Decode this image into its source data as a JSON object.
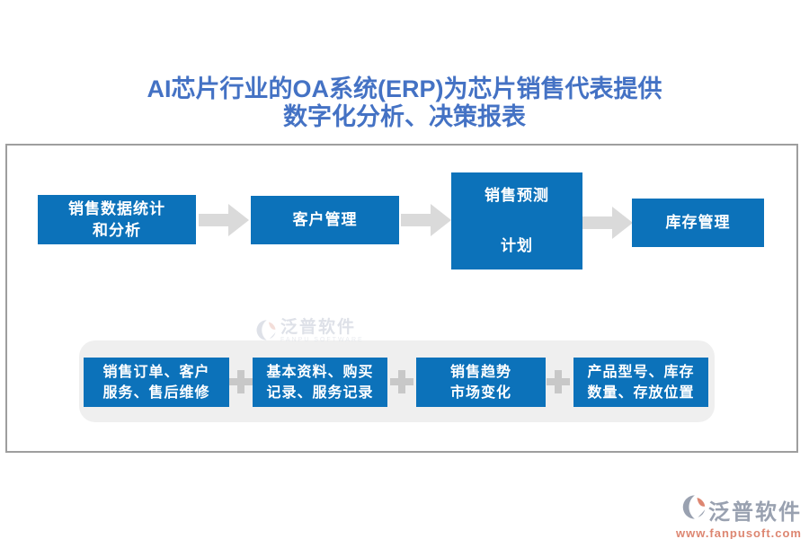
{
  "title": {
    "line1": "AI芯片行业的OA系统(ERP)为芯片销售代表提供",
    "line2": "数字化分析、决策报表"
  },
  "colors": {
    "title_blue": "#4472C4",
    "box_blue": "#0C72BA",
    "arrow_gray": "#DADADA",
    "plus_gray": "#C8C8C8",
    "panel_gray": "#EFEFEF",
    "frame_border": "#9E9E9E",
    "logo_gray": "#99A1B0",
    "logo_salmon": "#DD8671"
  },
  "flow": {
    "steps": [
      {
        "line1": "销售数据统计",
        "line2": "和分析"
      },
      {
        "line1": "客户管理"
      },
      {
        "line1": "销售预测",
        "line2": "计划"
      },
      {
        "line1": "库存管理"
      }
    ],
    "details": [
      {
        "line1": "销售订单、客户",
        "line2": "服务、售后维修"
      },
      {
        "line1": "基本资料、购买",
        "line2": "记录、服务记录"
      },
      {
        "line1": "销售趋势",
        "line2": "市场变化"
      },
      {
        "line1": "产品型号、库存",
        "line2": "数量、存放位置"
      }
    ]
  },
  "watermark": {
    "name": "泛普软件",
    "subtitle": "FANPU SOFTWARE"
  },
  "footer_logo": {
    "name": "泛普软件",
    "url": "www.fanpusoft.com"
  }
}
